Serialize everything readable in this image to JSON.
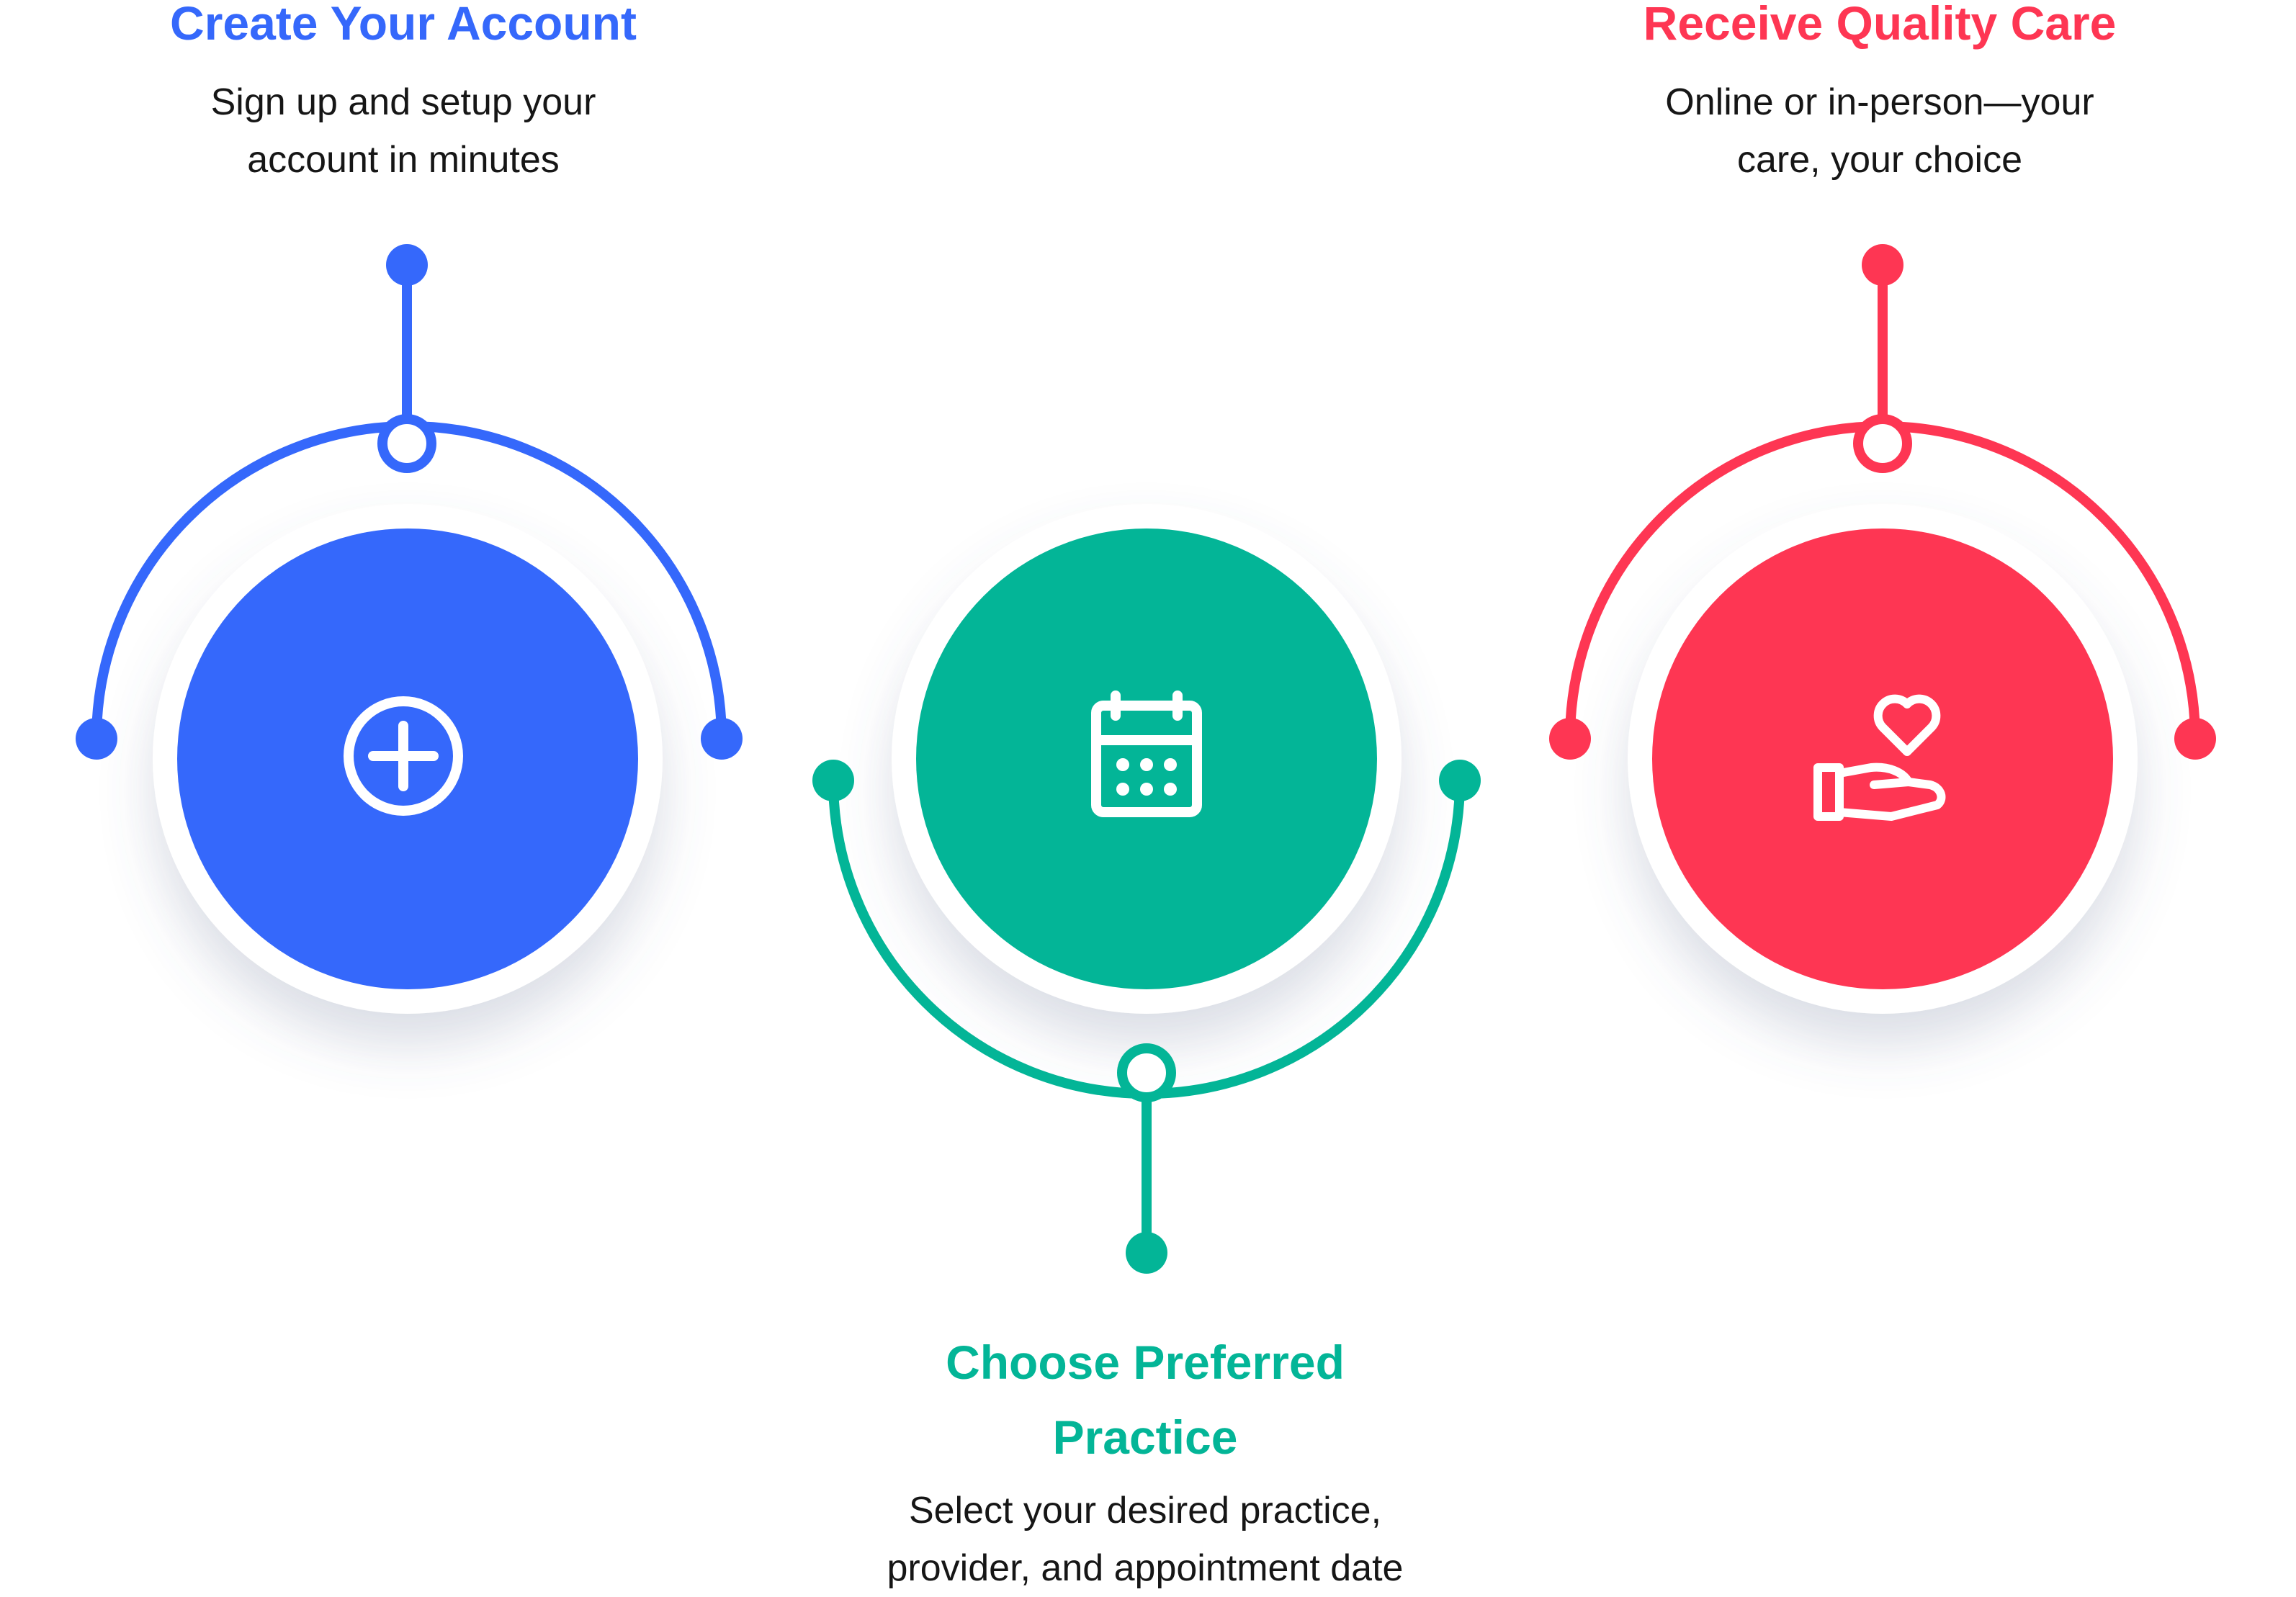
{
  "colors": {
    "blue": "#3568FB",
    "green": "#03B597",
    "red": "#FE3653",
    "text": "#161616"
  },
  "steps": [
    {
      "title": "Create Your Account",
      "description": "Sign up and setup your\naccount in minutes",
      "icon": "plus-circle-icon",
      "color": "#3568FB"
    },
    {
      "title": "Choose Preferred\nPractice",
      "description": "Select your desired practice,\nprovider, and appointment date",
      "icon": "calendar-icon",
      "color": "#03B597"
    },
    {
      "title": "Receive Quality Care",
      "description": "Online or in-person—your\ncare, your choice",
      "icon": "hand-heart-icon",
      "color": "#FE3653"
    }
  ]
}
